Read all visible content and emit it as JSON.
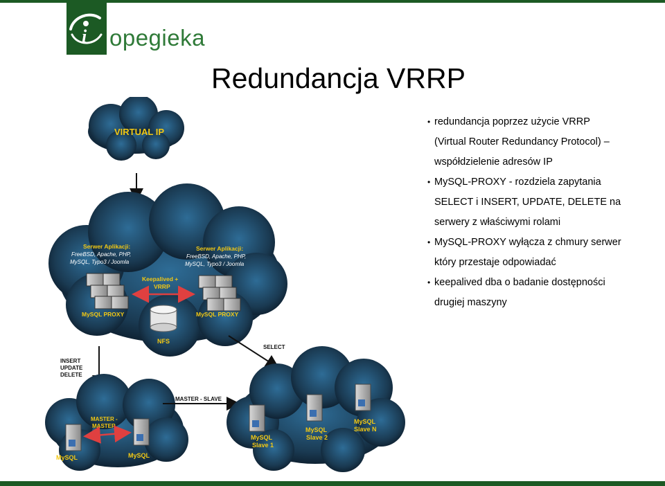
{
  "colors": {
    "brand_green": "#1c5a24",
    "logo_text_green": "#2f7a38",
    "cloud_dark": "#1a3a52",
    "cloud_light": "#2e6c96",
    "arrow_red": "#e04040",
    "label_yellow": "#f2c814",
    "label_white": "#ffffff"
  },
  "logo": {
    "text": "opegieka",
    "mark": "i"
  },
  "slide": {
    "title": "Redundancja VRRP"
  },
  "bullets": [
    {
      "lines": [
        "redundancja poprzez użycie VRRP",
        "(Virtual Router Redundancy Protocol) –",
        "współdzielenie adresów IP"
      ]
    },
    {
      "lines": [
        "MySQL-PROXY - rozdziela zapytania",
        "SELECT i INSERT, UPDATE, DELETE na",
        "serwery z właściwymi rolami"
      ]
    },
    {
      "lines": [
        "MySQL-PROXY wyłącza z chmury serwer",
        "który przestaje odpowiadać"
      ]
    },
    {
      "lines": [
        "keepalived dba o badanie dostępności",
        "drugiej maszyny"
      ]
    }
  ],
  "diagram": {
    "virtual_ip": "VIRTUAL IP",
    "server_app_title": "Serwer Aplikacji:",
    "server_app_line1": "FreeBSD, Apache, PHP,",
    "server_app_line2": "MySQL, Typo3 / Joomla",
    "keepalived_line1": "Keepalived +",
    "keepalived_line2": "VRRP",
    "mysql_proxy": "MySQL PROXY",
    "nfs": "NFS",
    "select": "SELECT",
    "iud_line1": "INSERT",
    "iud_line2": "UPDATE",
    "iud_line3": "DELETE",
    "master_slave": "MASTER - SLAVE",
    "master_master_line1": "MASTER -",
    "master_master_line2": "MASTER",
    "mysql": "MySQL",
    "slave1_line1": "MySQL",
    "slave1_line2": "Slave 1",
    "slave2_line1": "MySQL",
    "slave2_line2": "Slave 2",
    "slaven_line1": "MySQL",
    "slaven_line2": "Slave N"
  }
}
